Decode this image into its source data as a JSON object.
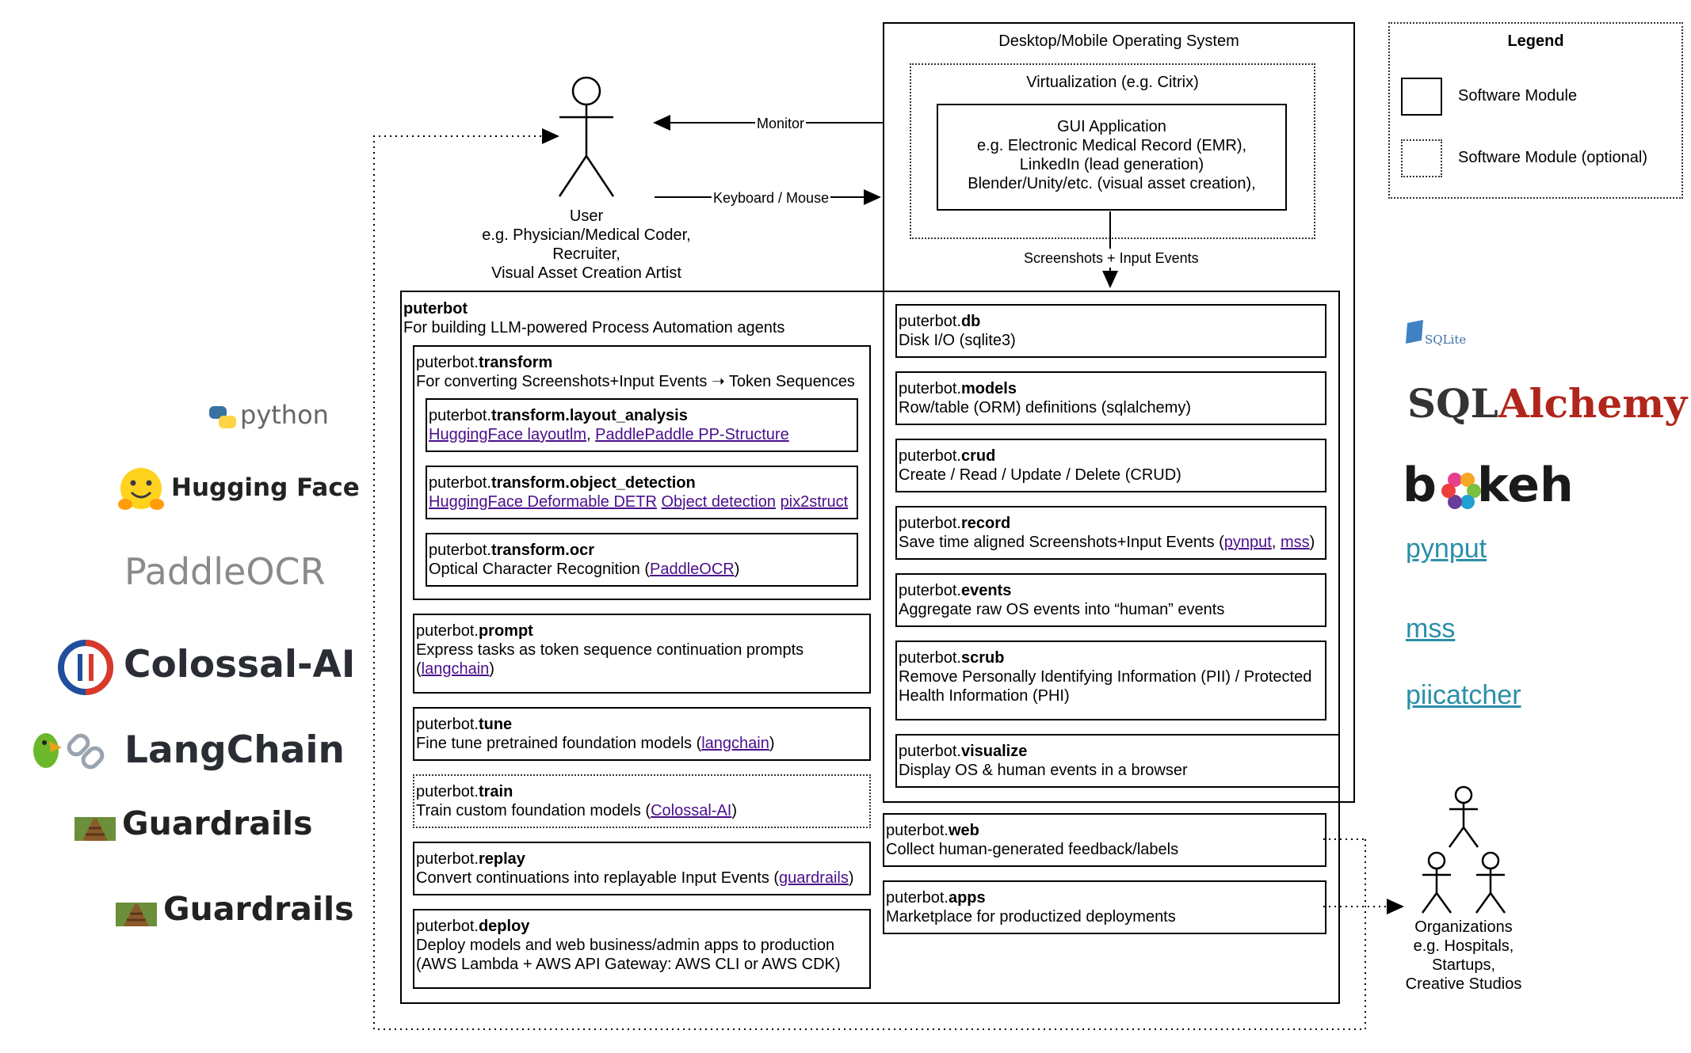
{
  "os": {
    "title": "Desktop/Mobile Operating System"
  },
  "virtualization": {
    "title": "Virtualization (e.g. Citrix)"
  },
  "gui_app": {
    "lines": [
      "GUI Application",
      "e.g. Electronic Medical Record (EMR),",
      "LinkedIn (lead generation)",
      "Blender/Unity/etc. (visual asset creation),"
    ]
  },
  "legend": {
    "title": "Legend",
    "module": "Software Module",
    "module_optional": "Software Module (optional)"
  },
  "edges": {
    "monitor": "Monitor",
    "keyboard_mouse": "Keyboard / Mouse",
    "screenshots": "Screenshots + Input Events"
  },
  "user": {
    "lines": [
      "User",
      "e.g. Physician/Medical Coder,",
      "Recruiter,",
      "Visual Asset Creation Artist"
    ]
  },
  "orgs": {
    "lines": [
      "Organizations",
      "e.g. Hospitals,",
      "Startups,",
      "Creative Studios"
    ]
  },
  "puterbot": {
    "name": "puterbot",
    "desc": "For building LLM-powered Process Automation agents"
  },
  "transform": {
    "prefix": "puterbot.",
    "name": "transform",
    "desc": "For converting Screenshots+Input Events ➝ Token Sequences"
  },
  "layout_analysis": {
    "prefix": "puterbot.",
    "name": "transform.layout_analysis",
    "link1": "HuggingFace layoutlm",
    "sep": ", ",
    "link2": "PaddlePaddle PP-Structure"
  },
  "object_detection": {
    "prefix": "puterbot.",
    "name": "transform.object_detection",
    "link1": "HuggingFace Deformable DETR",
    "link2": "Object detection",
    "link3": "pix2struct"
  },
  "ocr": {
    "prefix": "puterbot.",
    "name": "transform.ocr",
    "desc": "Optical Character Recognition (",
    "link": "PaddleOCR",
    "end": ")"
  },
  "prompt": {
    "prefix": "puterbot.",
    "name": "prompt",
    "desc": "Express tasks as token sequence continuation prompts",
    "pre": "(",
    "link": "langchain",
    "end": ")"
  },
  "tune": {
    "prefix": "puterbot.",
    "name": "tune",
    "desc": "Fine tune pretrained foundation models (",
    "link": "langchain",
    "end": ")"
  },
  "train": {
    "prefix": "puterbot.",
    "name": "train",
    "desc": "Train custom foundation models (",
    "link": "Colossal-AI",
    "end": ")"
  },
  "replay": {
    "prefix": "puterbot.",
    "name": "replay",
    "desc": "Convert continuations into replayable Input Events (",
    "link": "guardrails",
    "end": ")"
  },
  "deploy": {
    "prefix": "puterbot.",
    "name": "deploy",
    "desc1": "Deploy models and web business/admin apps to production",
    "desc2": "(AWS Lambda + AWS API Gateway: AWS CLI or AWS CDK)"
  },
  "db": {
    "prefix": "puterbot.",
    "name": "db",
    "desc": "Disk I/O (sqlite3)"
  },
  "models": {
    "prefix": "puterbot.",
    "name": "models",
    "desc": "Row/table (ORM) definitions (sqlalchemy)"
  },
  "crud": {
    "prefix": "puterbot.",
    "name": "crud",
    "desc": "Create / Read / Update / Delete (CRUD)"
  },
  "record": {
    "prefix": "puterbot.",
    "name": "record",
    "desc": "Save time aligned Screenshots+Input Events (",
    "link1": "pynput",
    "sep": ", ",
    "link2": "mss",
    "end": ")"
  },
  "events": {
    "prefix": "puterbot.",
    "name": "events",
    "desc": "Aggregate raw OS events into “human” events"
  },
  "scrub": {
    "prefix": "puterbot.",
    "name": "scrub",
    "desc1": "Remove Personally Identifying Information (PII) / Protected",
    "desc2": "Health Information (PHI)"
  },
  "visualize": {
    "prefix": "puterbot.",
    "name": "visualize",
    "desc": "Display OS & human events in a browser"
  },
  "web": {
    "prefix": "puterbot.",
    "name": "web",
    "desc": "Collect human-generated feedback/labels"
  },
  "apps": {
    "prefix": "puterbot.",
    "name": "apps",
    "desc": "Marketplace for productized deployments"
  },
  "left_logos": {
    "python": "python",
    "huggingface": "Hugging Face",
    "paddleocr": "PaddleOCR",
    "colossal": "Colossal-AI",
    "langchain": "LangChain",
    "guardrails1": "Guardrails",
    "guardrails2": "Guardrails"
  },
  "right_logos": {
    "sqlite": "SQLite",
    "sqlalchemy_a": "SQL",
    "sqlalchemy_b": "Alchemy",
    "bokeh_a": "b",
    "bokeh_b": "keh",
    "pynput": "pynput",
    "mss": "mss",
    "piicatcher": "piicatcher"
  },
  "colors": {
    "link": "#4b0e8c",
    "right_link": "#2b8fa8",
    "sqlalchemy_red": "#b0261c",
    "python_blue": "#3872a3",
    "python_yellow": "#ffd343",
    "colossal_blue": "#1f4e9c",
    "colossal_red": "#d9392b"
  }
}
